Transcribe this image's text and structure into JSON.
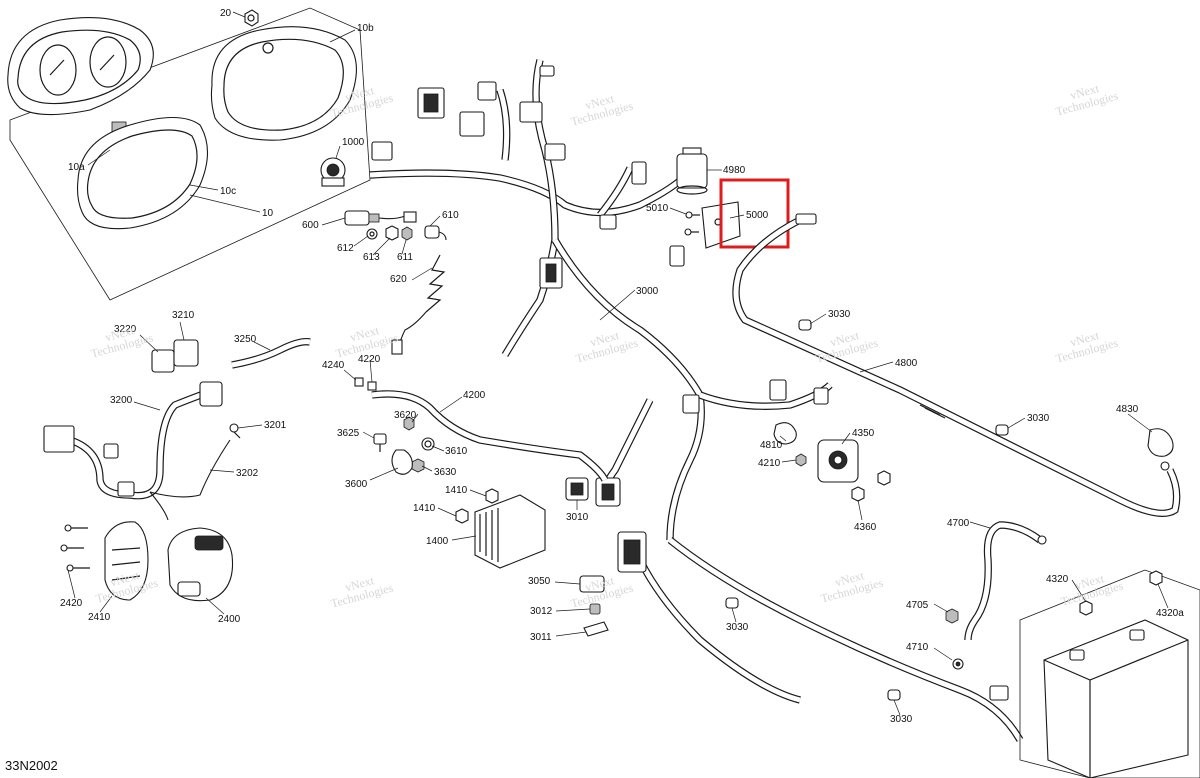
{
  "diagram": {
    "code": "33N2002",
    "highlight_color": "#e01b1b",
    "watermark": {
      "line1": "vNext",
      "line2": "Technologies"
    },
    "callouts": [
      {
        "id": "c20",
        "label": "20"
      },
      {
        "id": "c10b",
        "label": "10b"
      },
      {
        "id": "c10a",
        "label": "10a"
      },
      {
        "id": "c10c",
        "label": "10c"
      },
      {
        "id": "c10",
        "label": "10"
      },
      {
        "id": "c1000",
        "label": "1000"
      },
      {
        "id": "c600",
        "label": "600"
      },
      {
        "id": "c610",
        "label": "610"
      },
      {
        "id": "c612",
        "label": "612"
      },
      {
        "id": "c613",
        "label": "613"
      },
      {
        "id": "c611",
        "label": "611"
      },
      {
        "id": "c620",
        "label": "620"
      },
      {
        "id": "c4980",
        "label": "4980"
      },
      {
        "id": "c5010",
        "label": "5010"
      },
      {
        "id": "c5000",
        "label": "5000"
      },
      {
        "id": "c3000",
        "label": "3000"
      },
      {
        "id": "c3030a",
        "label": "3030"
      },
      {
        "id": "c4800",
        "label": "4800"
      },
      {
        "id": "c3030b",
        "label": "3030"
      },
      {
        "id": "c4830",
        "label": "4830"
      },
      {
        "id": "c3220",
        "label": "3220"
      },
      {
        "id": "c3210",
        "label": "3210"
      },
      {
        "id": "c3250",
        "label": "3250"
      },
      {
        "id": "c4240",
        "label": "4240"
      },
      {
        "id": "c4220",
        "label": "4220"
      },
      {
        "id": "c4200",
        "label": "4200"
      },
      {
        "id": "c3200",
        "label": "3200"
      },
      {
        "id": "c3201",
        "label": "3201"
      },
      {
        "id": "c3202",
        "label": "3202"
      },
      {
        "id": "c3620",
        "label": "3620"
      },
      {
        "id": "c3625",
        "label": "3625"
      },
      {
        "id": "c3610",
        "label": "3610"
      },
      {
        "id": "c3630",
        "label": "3630"
      },
      {
        "id": "c3600",
        "label": "3600"
      },
      {
        "id": "c4810",
        "label": "4810"
      },
      {
        "id": "c4350",
        "label": "4350"
      },
      {
        "id": "c4210",
        "label": "4210"
      },
      {
        "id": "c4360",
        "label": "4360"
      },
      {
        "id": "c1410a",
        "label": "1410"
      },
      {
        "id": "c1410b",
        "label": "1410"
      },
      {
        "id": "c1400",
        "label": "1400"
      },
      {
        "id": "c3010",
        "label": "3010"
      },
      {
        "id": "c4700",
        "label": "4700"
      },
      {
        "id": "c2420",
        "label": "2420"
      },
      {
        "id": "c2410",
        "label": "2410"
      },
      {
        "id": "c2400",
        "label": "2400"
      },
      {
        "id": "c3050",
        "label": "3050"
      },
      {
        "id": "c3012",
        "label": "3012"
      },
      {
        "id": "c3011",
        "label": "3011"
      },
      {
        "id": "c3030c",
        "label": "3030"
      },
      {
        "id": "c4705",
        "label": "4705"
      },
      {
        "id": "c4710",
        "label": "4710"
      },
      {
        "id": "c4320",
        "label": "4320"
      },
      {
        "id": "c4320a",
        "label": "4320a"
      },
      {
        "id": "c3030d",
        "label": "3030"
      }
    ]
  }
}
